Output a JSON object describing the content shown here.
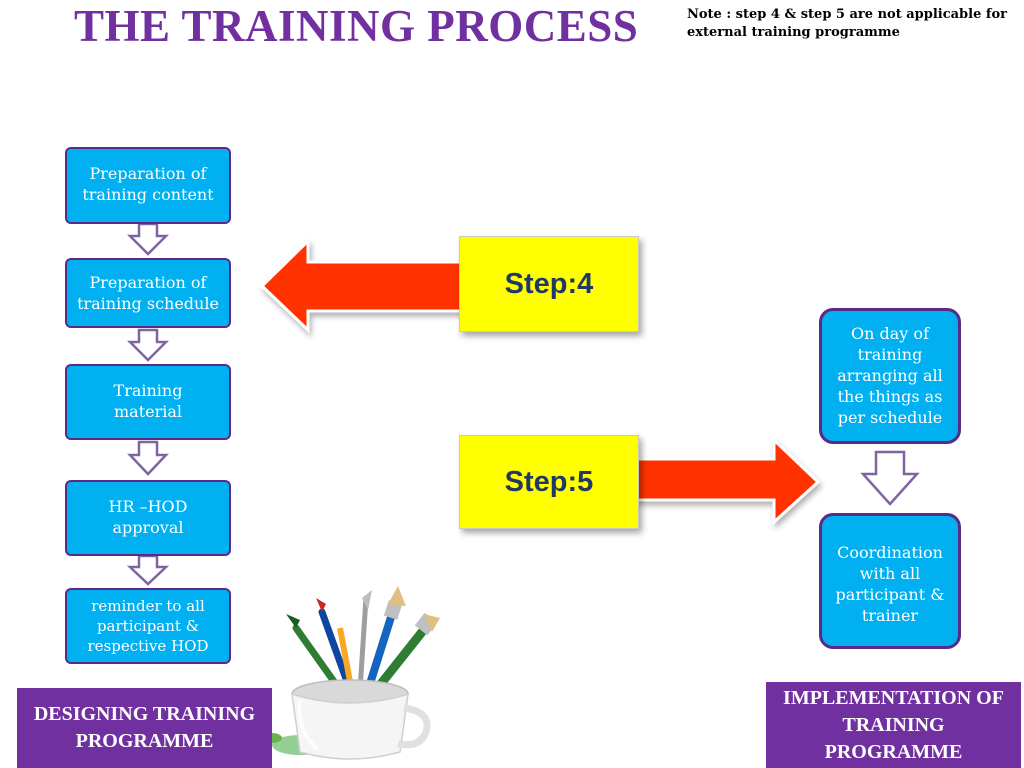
{
  "title": "THE TRAINING PROCESS",
  "note": "Note : step 4 & step 5 are not applicable for external training programme",
  "left_steps": [
    "Preparation of training content",
    "Preparation of training schedule",
    "Training material",
    "HR –HOD approval",
    "reminder to all participant & respective HOD"
  ],
  "step4": "Step:4",
  "step5": "Step:5",
  "right_steps": [
    "On day of training arranging all the things as per schedule",
    "Coordination with all participant & trainer"
  ],
  "left_band": "DESIGNING TRAINING PROGRAMME",
  "right_band": "IMPLEMENTATION OF TRAINING PROGRAMME",
  "colors": {
    "title": "#7030a0",
    "box_fill": "#00b0f0",
    "box_border": "#5b2a86",
    "step_fill": "#ffff00",
    "arrow_fill": "#ff3300",
    "band_fill": "#7030a0"
  },
  "icons": [
    "down-arrow-icon",
    "big-left-arrow-icon",
    "big-right-arrow-icon",
    "paint-brushes-cup-illustration"
  ]
}
